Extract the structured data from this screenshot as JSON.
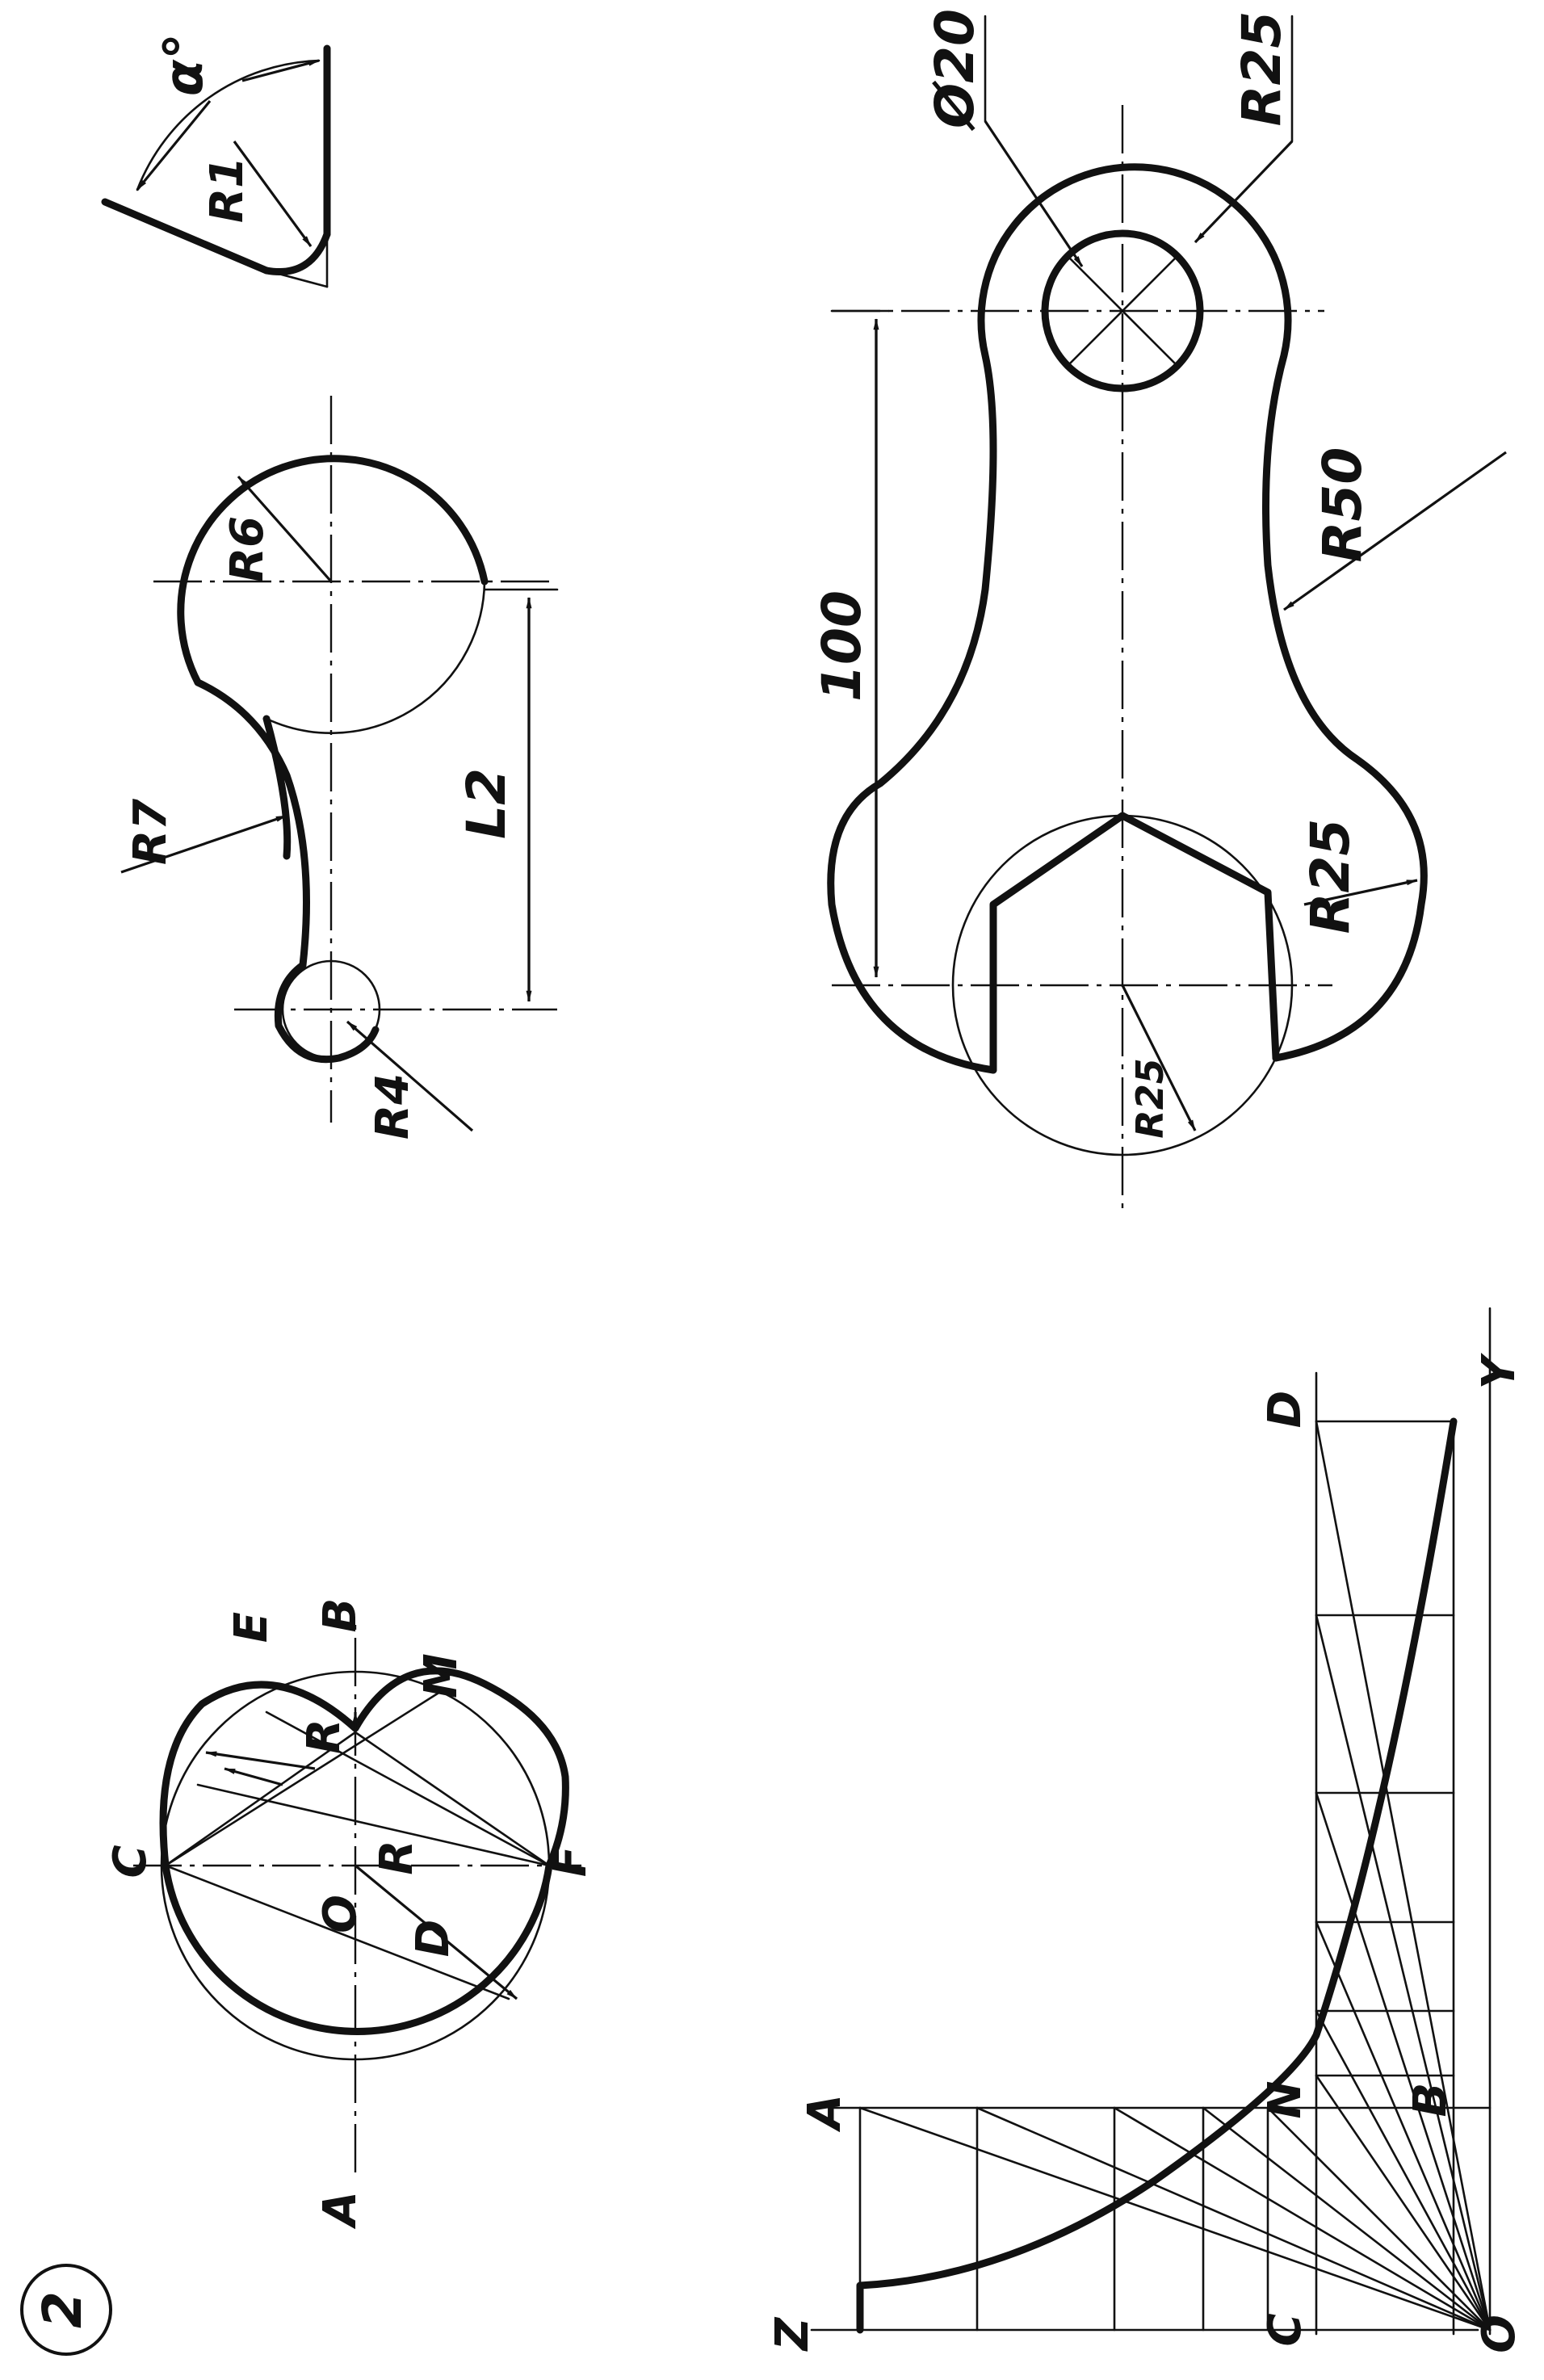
{
  "sheet_number": "2",
  "egg_labels": {
    "A": "A",
    "O": "O",
    "C": "C",
    "F": "F",
    "B": "B",
    "E": "E",
    "M": "M",
    "R1": "R",
    "R2": "R",
    "D": "D"
  },
  "link_small": {
    "r6": "R6",
    "r7": "R7",
    "r4": "R4",
    "l2": "L2"
  },
  "fillet": {
    "r1": "R1",
    "alpha": "α°"
  },
  "conrod": {
    "d20": "Ø20",
    "r25_top": "R25",
    "r50": "R50",
    "dist100": "100",
    "r25_right": "R25",
    "r25_bottom": "R25"
  },
  "curve_labels": {
    "Z": "Z",
    "A": "A",
    "C": "C",
    "N": "N",
    "B": "B",
    "O": "O",
    "D": "D",
    "Y": "Y"
  }
}
